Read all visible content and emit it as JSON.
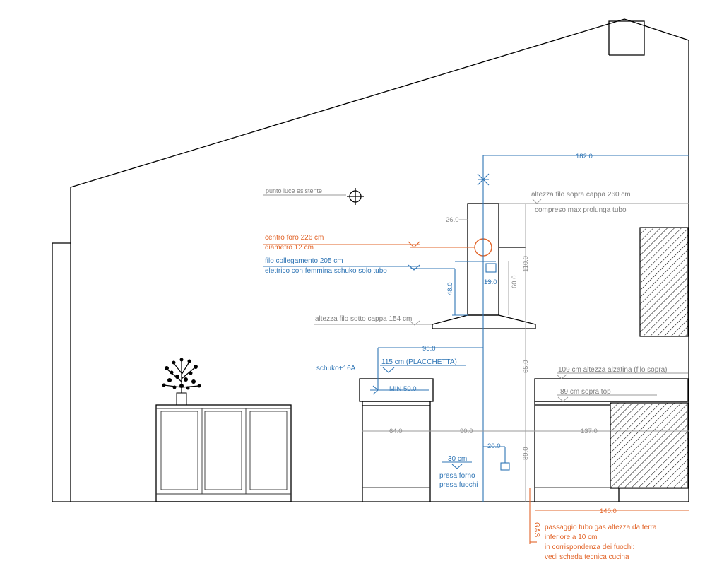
{
  "colors": {
    "line": "#000000",
    "grey": "#9a9a9a",
    "blue": "#2f75b5",
    "orange": "#e2652a"
  },
  "labels": {
    "light_point": "punto luce esistente",
    "hole_center": "centro foro 226 cm",
    "hole_diameter": "diametro 12 cm",
    "wire_line1": "filo collegamento 205 cm",
    "wire_line2": "elettrico con femmina schuko solo tubo",
    "hood_top_line1": "altezza filo sopra cappa 260 cm",
    "hood_top_line2": "compreso max prolunga tubo",
    "hood_bottom": "altezza filo sotto cappa 154 cm",
    "schuko": "schuko+16A",
    "plate_height": "115 cm (PLACCHETTA)",
    "backsplash": "109 cm altezza alzatina (filo sopra)",
    "over_top": "89 cm sopra top",
    "oven_height": "30 cm",
    "oven_socket": "presa forno",
    "hob_socket": "presa fuochi",
    "gas": "GAS",
    "gas_line1": "passaggio tubo gas altezza da terra",
    "gas_line2": "inferiore a 10 cm",
    "gas_line3": "in corrispondenza dei fuochi:",
    "gas_line4": "vedi scheda tecnica cucina"
  },
  "dimensions": {
    "d182": "182.0",
    "d26": "26.0",
    "d110": "110.0",
    "d48": "48.0",
    "d13": "13.0",
    "d60": "60.0",
    "d95": "95.0",
    "d65": "65.0",
    "min50": "MIN 50.0",
    "d64": "64.0",
    "d90": "90.0",
    "d137": "137.0",
    "d20": "20.0",
    "d89": "89.0",
    "d140": "140.0"
  }
}
